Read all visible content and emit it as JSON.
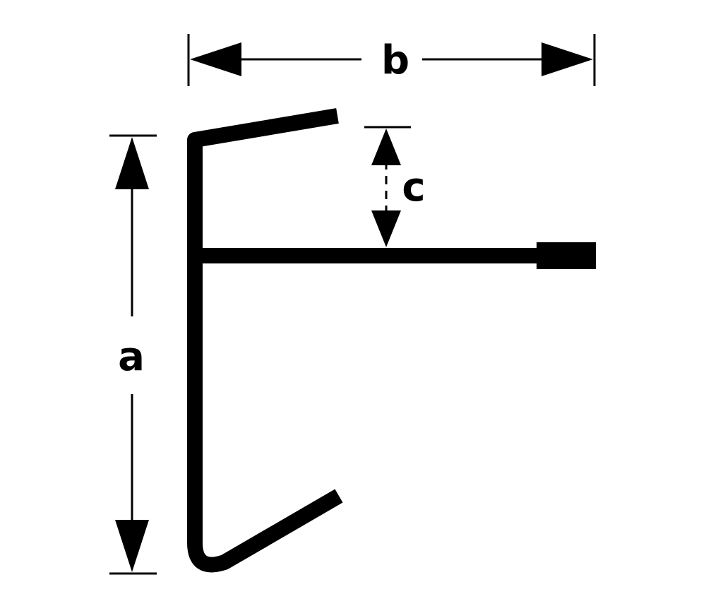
{
  "dimensions": {
    "a": "a",
    "b": "b",
    "c": "c"
  },
  "colors": {
    "stroke": "#000000",
    "background": "#ffffff"
  }
}
